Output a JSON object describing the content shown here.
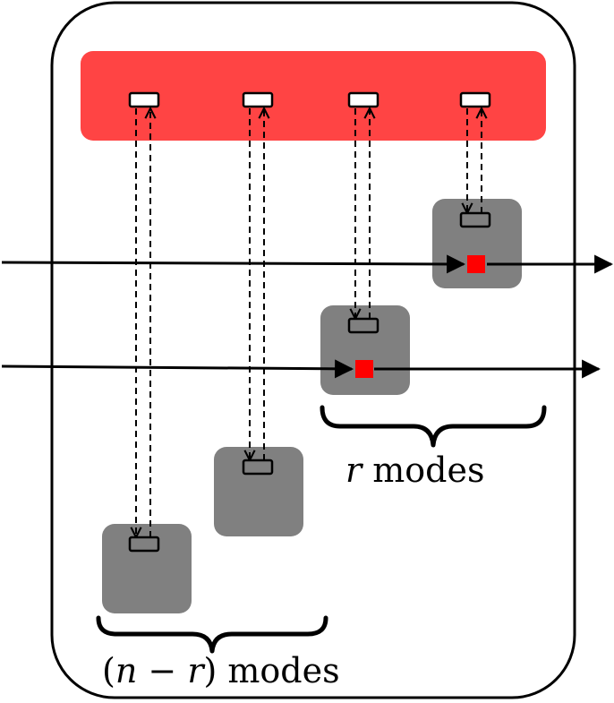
{
  "colors": {
    "top_bar": "#ff4444",
    "mode_box": "#808080",
    "active_square": "#ff0000",
    "lines": "#000000",
    "frame": "#000000",
    "background": "#ffffff"
  },
  "labels": {
    "r_var": "r",
    "r_suffix": " modes",
    "nr_open": "(",
    "nr_n": "n",
    "nr_minus": " − ",
    "nr_r": "r",
    "nr_close": ")",
    "nr_suffix": " modes"
  },
  "diagram": {
    "top_register_ports": 4,
    "mode_boxes": 4,
    "active_modes": 2,
    "inactive_modes": 2,
    "through_lines": 2,
    "connection_style": "dashed bidirectional"
  }
}
